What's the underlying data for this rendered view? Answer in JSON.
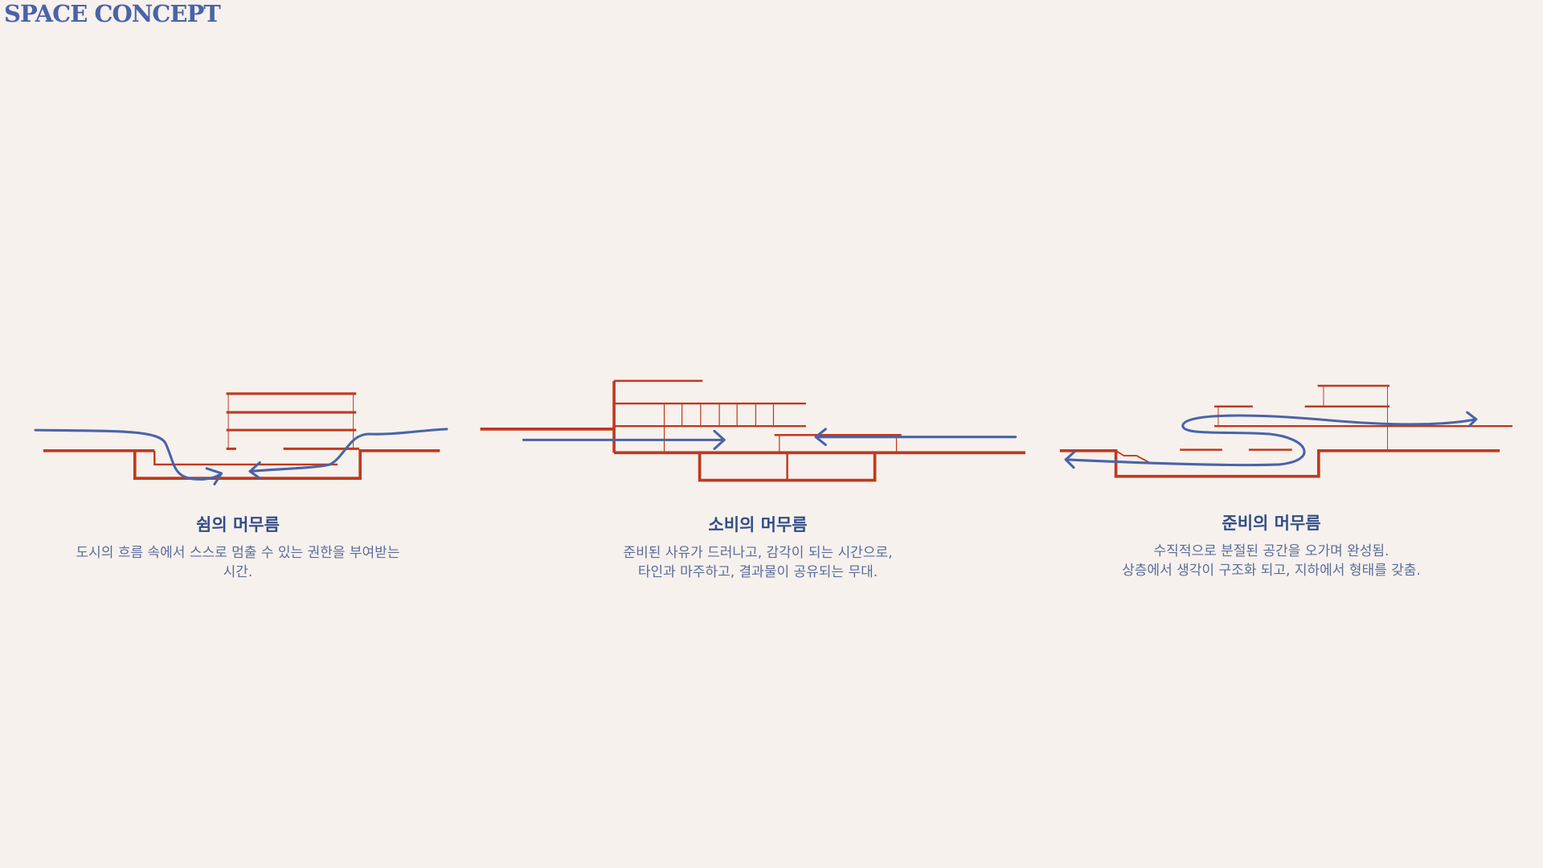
{
  "page_title": "SPACE CONCEPT",
  "colors": {
    "structure": "#c0391f",
    "flow": "#4a63a8",
    "background": "#f6f1ed"
  },
  "concepts": [
    {
      "title": "쉼의 머무름",
      "description": [
        "도시의 흐름 속에서 스스로 멈출 수 있는 권한을 부여받는",
        "시간."
      ]
    },
    {
      "title": "소비의 머무름",
      "description": [
        "준비된 사유가 드러나고, 감각이 되는 시간으로,",
        "타인과 마주하고, 결과물이 공유되는 무대."
      ]
    },
    {
      "title": "준비의 머무름",
      "description": [
        "수직적으로 분절된 공간을 오가며 완성됨.",
        "상층에서 생각이 구조화 되고, 지하에서 형태를 갖춤."
      ]
    }
  ]
}
